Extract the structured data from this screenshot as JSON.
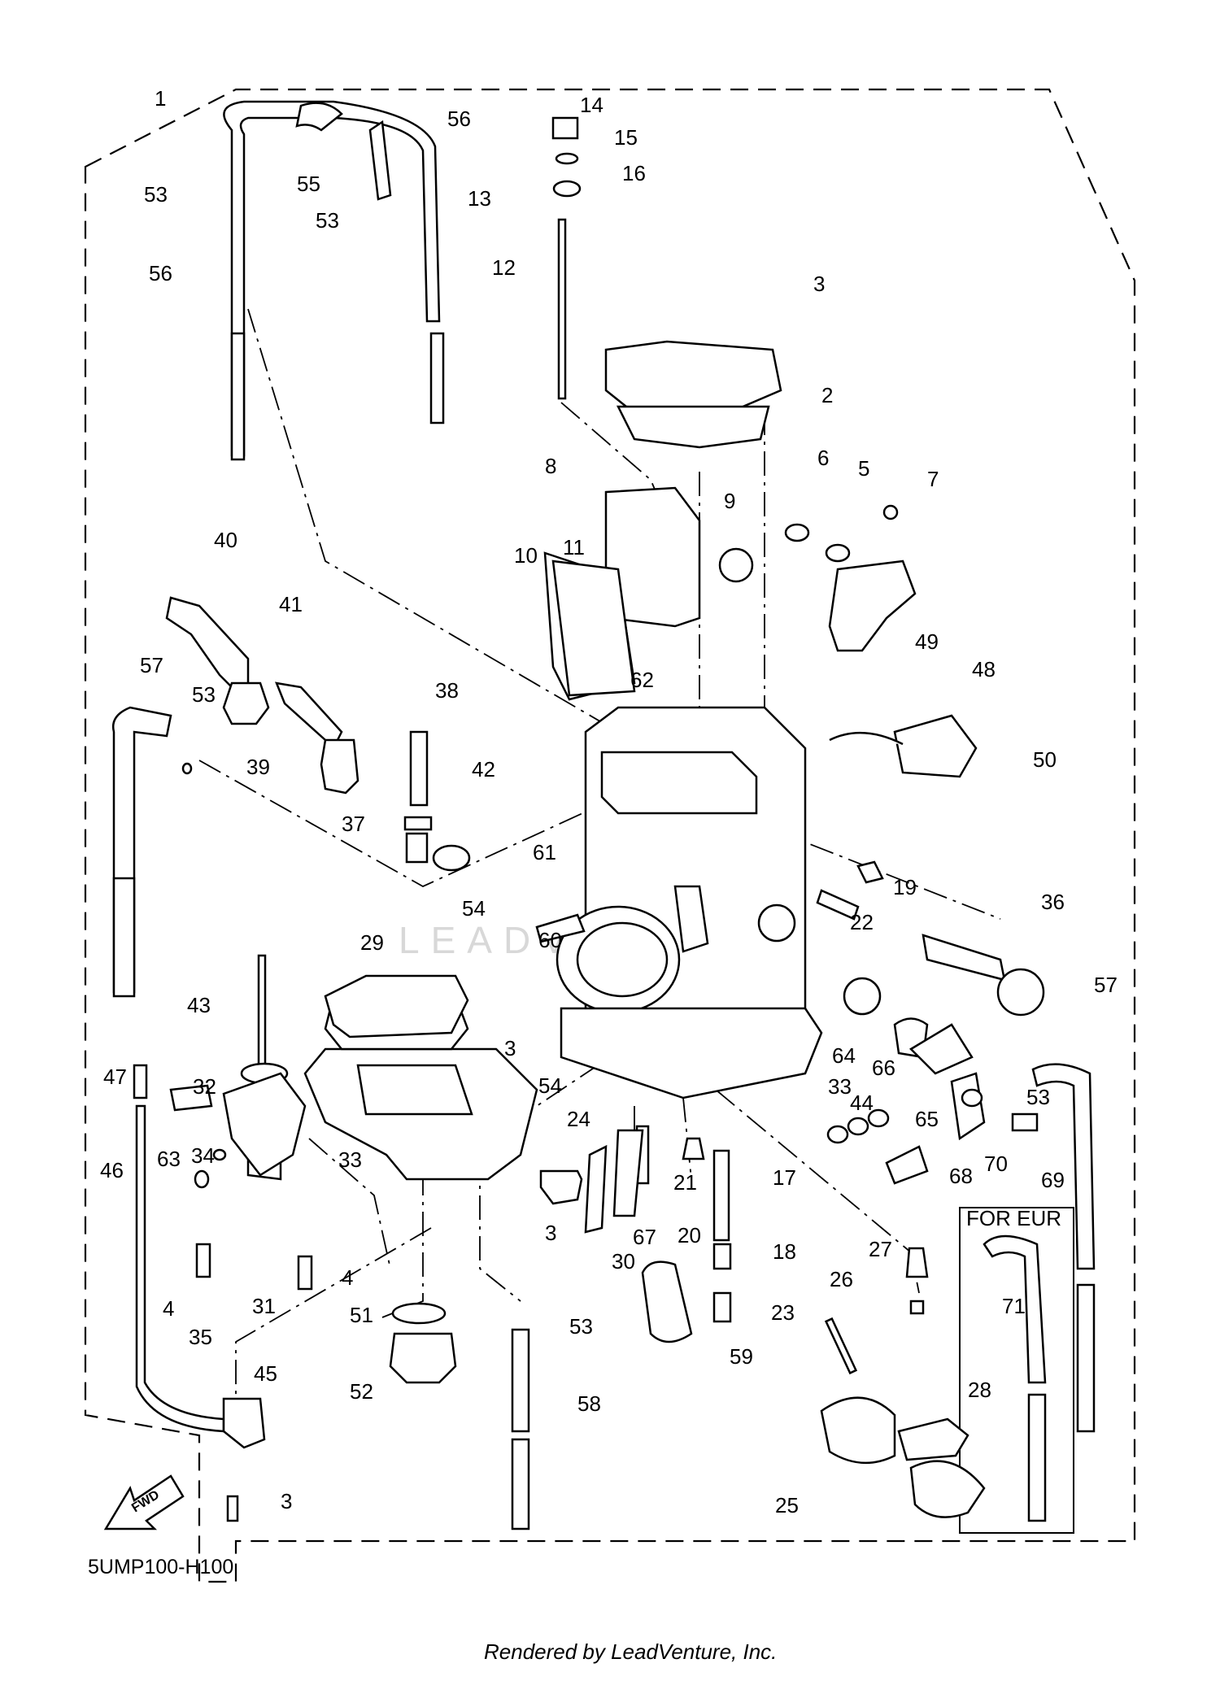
{
  "diagram": {
    "callouts": [
      {
        "id": "1",
        "label": "1"
      },
      {
        "id": "2",
        "label": "2"
      },
      {
        "id": "3a",
        "label": "3"
      },
      {
        "id": "3b",
        "label": "3"
      },
      {
        "id": "3c",
        "label": "3"
      },
      {
        "id": "3d",
        "label": "3"
      },
      {
        "id": "4a",
        "label": "4"
      },
      {
        "id": "4b",
        "label": "4"
      },
      {
        "id": "5",
        "label": "5"
      },
      {
        "id": "6",
        "label": "6"
      },
      {
        "id": "7",
        "label": "7"
      },
      {
        "id": "8",
        "label": "8"
      },
      {
        "id": "9",
        "label": "9"
      },
      {
        "id": "10",
        "label": "10"
      },
      {
        "id": "11",
        "label": "11"
      },
      {
        "id": "12",
        "label": "12"
      },
      {
        "id": "13",
        "label": "13"
      },
      {
        "id": "14",
        "label": "14"
      },
      {
        "id": "15",
        "label": "15"
      },
      {
        "id": "16",
        "label": "16"
      },
      {
        "id": "17",
        "label": "17"
      },
      {
        "id": "18",
        "label": "18"
      },
      {
        "id": "19",
        "label": "19"
      },
      {
        "id": "20",
        "label": "20"
      },
      {
        "id": "21",
        "label": "21"
      },
      {
        "id": "22",
        "label": "22"
      },
      {
        "id": "23",
        "label": "23"
      },
      {
        "id": "24",
        "label": "24"
      },
      {
        "id": "25",
        "label": "25"
      },
      {
        "id": "26",
        "label": "26"
      },
      {
        "id": "27",
        "label": "27"
      },
      {
        "id": "28",
        "label": "28"
      },
      {
        "id": "29",
        "label": "29"
      },
      {
        "id": "30",
        "label": "30"
      },
      {
        "id": "31",
        "label": "31"
      },
      {
        "id": "32",
        "label": "32"
      },
      {
        "id": "33a",
        "label": "33"
      },
      {
        "id": "33b",
        "label": "33"
      },
      {
        "id": "34",
        "label": "34"
      },
      {
        "id": "35",
        "label": "35"
      },
      {
        "id": "36",
        "label": "36"
      },
      {
        "id": "37",
        "label": "37"
      },
      {
        "id": "38",
        "label": "38"
      },
      {
        "id": "39",
        "label": "39"
      },
      {
        "id": "40",
        "label": "40"
      },
      {
        "id": "41",
        "label": "41"
      },
      {
        "id": "42",
        "label": "42"
      },
      {
        "id": "43",
        "label": "43"
      },
      {
        "id": "44",
        "label": "44"
      },
      {
        "id": "45",
        "label": "45"
      },
      {
        "id": "46",
        "label": "46"
      },
      {
        "id": "47",
        "label": "47"
      },
      {
        "id": "48",
        "label": "48"
      },
      {
        "id": "49",
        "label": "49"
      },
      {
        "id": "50",
        "label": "50"
      },
      {
        "id": "51",
        "label": "51"
      },
      {
        "id": "52",
        "label": "52"
      },
      {
        "id": "53a",
        "label": "53"
      },
      {
        "id": "53b",
        "label": "53"
      },
      {
        "id": "53c",
        "label": "53"
      },
      {
        "id": "53d",
        "label": "53"
      },
      {
        "id": "53e",
        "label": "53"
      },
      {
        "id": "54a",
        "label": "54"
      },
      {
        "id": "54b",
        "label": "54"
      },
      {
        "id": "55",
        "label": "55"
      },
      {
        "id": "56a",
        "label": "56"
      },
      {
        "id": "56b",
        "label": "56"
      },
      {
        "id": "57a",
        "label": "57"
      },
      {
        "id": "57b",
        "label": "57"
      },
      {
        "id": "58",
        "label": "58"
      },
      {
        "id": "59",
        "label": "59"
      },
      {
        "id": "60",
        "label": "60"
      },
      {
        "id": "61",
        "label": "61"
      },
      {
        "id": "62",
        "label": "62"
      },
      {
        "id": "63",
        "label": "63"
      },
      {
        "id": "64",
        "label": "64"
      },
      {
        "id": "65",
        "label": "65"
      },
      {
        "id": "66",
        "label": "66"
      },
      {
        "id": "67",
        "label": "67"
      },
      {
        "id": "68",
        "label": "68"
      },
      {
        "id": "69",
        "label": "69"
      },
      {
        "id": "70",
        "label": "70"
      },
      {
        "id": "71",
        "label": "71"
      }
    ],
    "region_label": "FOR EUR",
    "fwd_label": "FWD",
    "diagram_code": "5UMP100-H100",
    "watermark": "LEADVENTURE",
    "footer": "Rendered by LeadVenture, Inc."
  }
}
